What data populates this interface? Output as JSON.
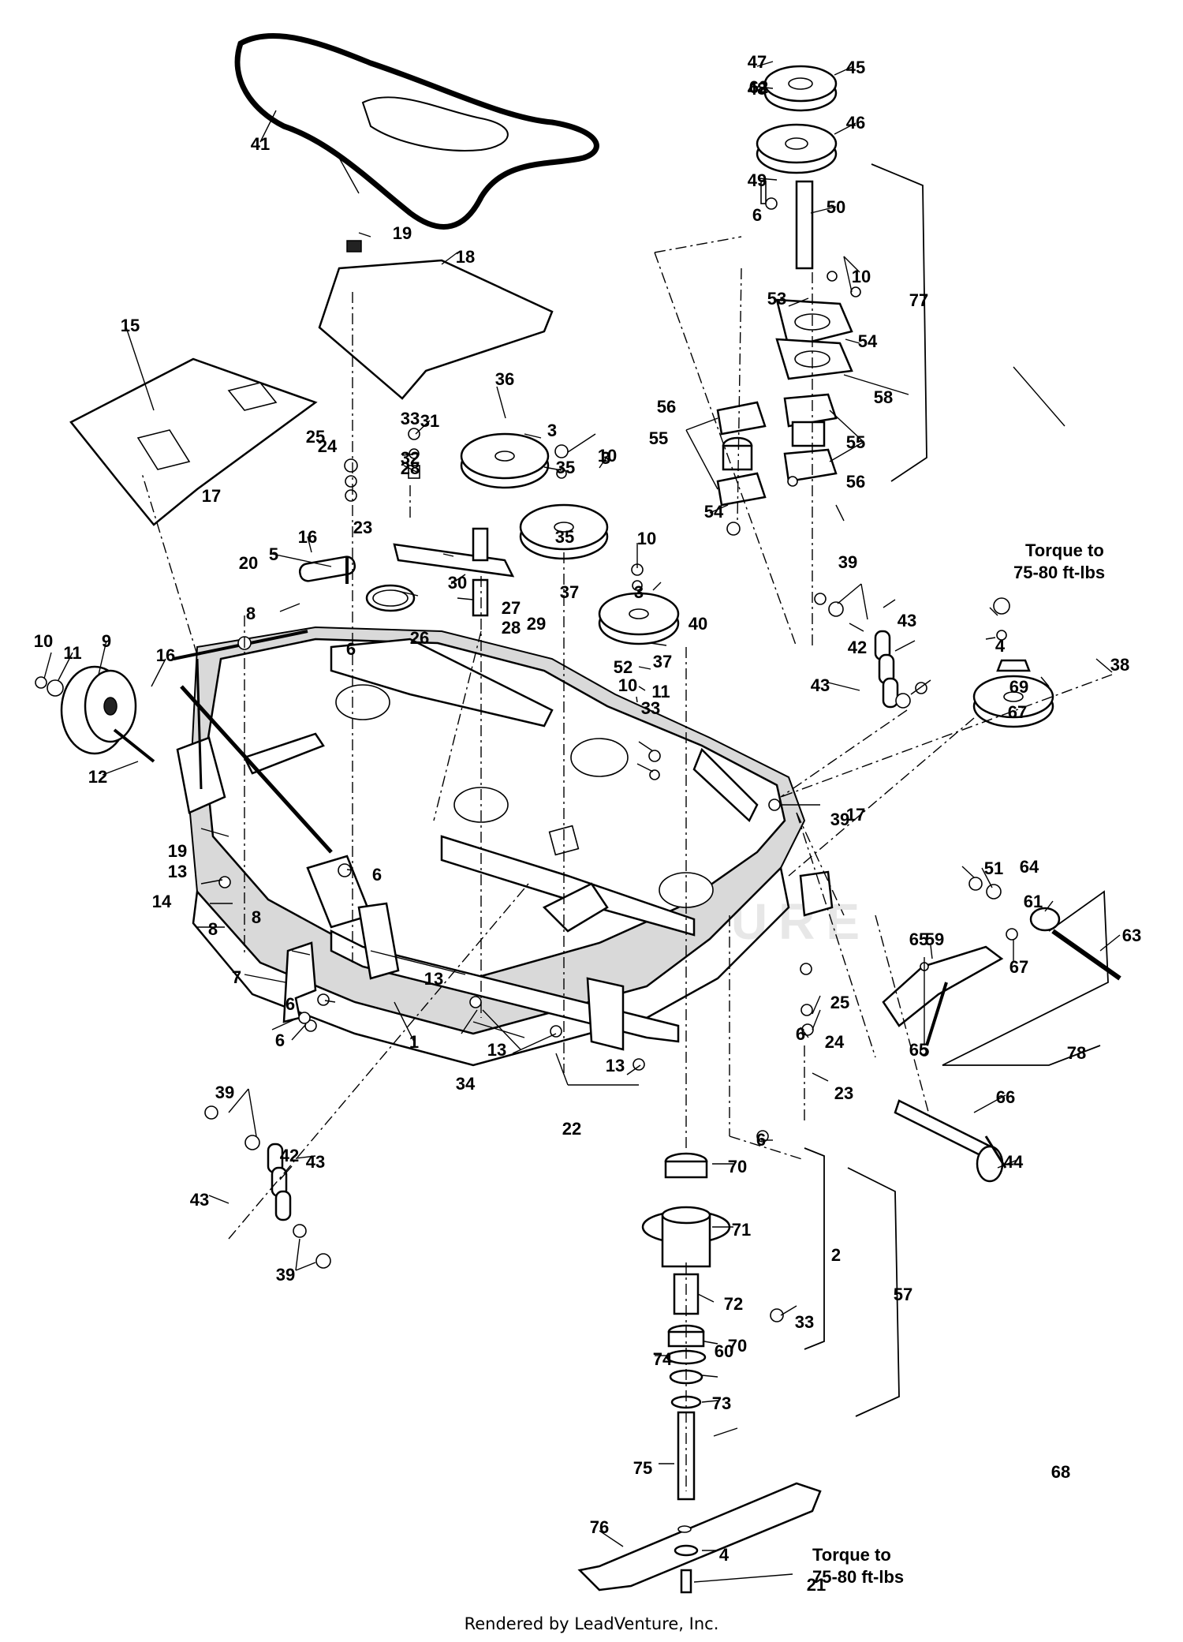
{
  "callouts": [
    {
      "n": "1"
    },
    {
      "n": "2"
    },
    {
      "n": "3"
    },
    {
      "n": "3"
    },
    {
      "n": "3"
    },
    {
      "n": "4"
    },
    {
      "n": "4"
    },
    {
      "n": "5"
    },
    {
      "n": "6"
    },
    {
      "n": "6"
    },
    {
      "n": "6"
    },
    {
      "n": "6"
    },
    {
      "n": "6"
    },
    {
      "n": "6"
    },
    {
      "n": "6"
    },
    {
      "n": "7"
    },
    {
      "n": "8"
    },
    {
      "n": "8"
    },
    {
      "n": "8"
    },
    {
      "n": "9"
    },
    {
      "n": "10"
    },
    {
      "n": "10"
    },
    {
      "n": "10"
    },
    {
      "n": "10"
    },
    {
      "n": "10"
    },
    {
      "n": "11"
    },
    {
      "n": "11"
    },
    {
      "n": "12"
    },
    {
      "n": "13"
    },
    {
      "n": "13"
    },
    {
      "n": "13"
    },
    {
      "n": "13"
    },
    {
      "n": "14"
    },
    {
      "n": "15"
    },
    {
      "n": "16"
    },
    {
      "n": "16"
    },
    {
      "n": "17"
    },
    {
      "n": "17"
    },
    {
      "n": "18"
    },
    {
      "n": "19"
    },
    {
      "n": "19"
    },
    {
      "n": "20"
    },
    {
      "n": "21"
    },
    {
      "n": "22"
    },
    {
      "n": "23"
    },
    {
      "n": "23"
    },
    {
      "n": "24"
    },
    {
      "n": "24"
    },
    {
      "n": "25"
    },
    {
      "n": "25"
    },
    {
      "n": "26"
    },
    {
      "n": "27"
    },
    {
      "n": "28"
    },
    {
      "n": "28"
    },
    {
      "n": "29"
    },
    {
      "n": "30"
    },
    {
      "n": "31"
    },
    {
      "n": "32"
    },
    {
      "n": "33"
    },
    {
      "n": "33"
    },
    {
      "n": "33"
    },
    {
      "n": "34"
    },
    {
      "n": "35"
    },
    {
      "n": "35"
    },
    {
      "n": "36"
    },
    {
      "n": "37"
    },
    {
      "n": "37"
    },
    {
      "n": "38"
    },
    {
      "n": "39"
    },
    {
      "n": "39"
    },
    {
      "n": "39"
    },
    {
      "n": "39"
    },
    {
      "n": "40"
    },
    {
      "n": "41"
    },
    {
      "n": "42"
    },
    {
      "n": "42"
    },
    {
      "n": "43"
    },
    {
      "n": "43"
    },
    {
      "n": "43"
    },
    {
      "n": "43"
    },
    {
      "n": "44"
    },
    {
      "n": "45"
    },
    {
      "n": "46"
    },
    {
      "n": "47"
    },
    {
      "n": "48"
    },
    {
      "n": "49"
    },
    {
      "n": "50"
    },
    {
      "n": "51"
    },
    {
      "n": "52"
    },
    {
      "n": "53"
    },
    {
      "n": "54"
    },
    {
      "n": "54"
    },
    {
      "n": "55"
    },
    {
      "n": "55"
    },
    {
      "n": "56"
    },
    {
      "n": "56"
    },
    {
      "n": "57"
    },
    {
      "n": "58"
    },
    {
      "n": "59"
    },
    {
      "n": "60"
    },
    {
      "n": "61"
    },
    {
      "n": "62"
    },
    {
      "n": "63"
    },
    {
      "n": "64"
    },
    {
      "n": "65"
    },
    {
      "n": "65"
    },
    {
      "n": "66"
    },
    {
      "n": "67"
    },
    {
      "n": "67"
    },
    {
      "n": "68"
    },
    {
      "n": "69"
    },
    {
      "n": "70"
    },
    {
      "n": "70"
    },
    {
      "n": "71"
    },
    {
      "n": "72"
    },
    {
      "n": "73"
    },
    {
      "n": "74"
    },
    {
      "n": "75"
    },
    {
      "n": "76"
    },
    {
      "n": "77"
    },
    {
      "n": "78"
    }
  ],
  "torque_note_top": {
    "line1": "Torque to",
    "line2": "75-80 ft-lbs"
  },
  "torque_note_bottom": {
    "line1": "Torque to",
    "line2": "75-80 ft-lbs"
  },
  "watermark": "LEADVENTURE",
  "footer": "Rendered by LeadVenture, Inc."
}
